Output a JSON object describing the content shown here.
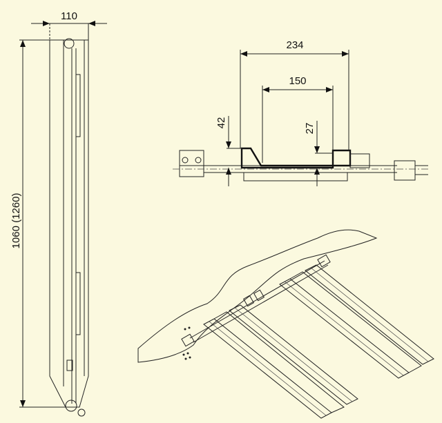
{
  "dimensions": {
    "rail_width": "110",
    "rail_length": "1060 (1260)",
    "overall_length": "234",
    "inner_length": "150",
    "height_left": "42",
    "height_right": "27"
  },
  "colors": {
    "background": "#fbf9df",
    "line": "#222222"
  }
}
